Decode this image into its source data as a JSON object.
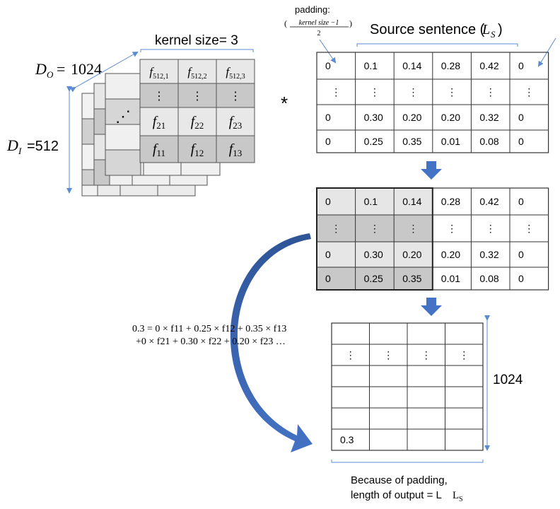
{
  "labels": {
    "kernel_size": "kernel size= 3",
    "d_o": "1024",
    "d_i": "=512",
    "convolution_operator": "*",
    "padding_title": "padding:",
    "padding_num": "kernel size −1",
    "padding_den": "2",
    "source_sentence": "Source sentence (",
    "output_height": "1024",
    "output_caption_line1": "Because of padding,",
    "output_caption_line2": "length of output = L"
  },
  "kernel": {
    "rows": [
      [
        "f512,1",
        "f512,2",
        "f512,3"
      ],
      [
        "⋮",
        "⋮",
        "⋮"
      ],
      [
        "f21",
        "f22",
        "f23"
      ],
      [
        "f11",
        "f12",
        "f13"
      ]
    ],
    "dots": "⋰"
  },
  "source_table": {
    "rows": [
      [
        "0",
        "0.1",
        "0.14",
        "0.28",
        "0.42",
        "0"
      ],
      [
        "⋮",
        "⋮",
        "⋮",
        "⋮",
        "⋮",
        "⋮"
      ],
      [
        "0",
        "0.30",
        "0.20",
        "0.20",
        "0.32",
        "0"
      ],
      [
        "0",
        "0.25",
        "0.35",
        "0.01",
        "0.08",
        "0"
      ]
    ]
  },
  "highlighted_table": {
    "rows": [
      [
        "0",
        "0.1",
        "0.14",
        "0.28",
        "0.42",
        "0"
      ],
      [
        "⋮",
        "⋮",
        "⋮",
        "⋮",
        "⋮",
        "⋮"
      ],
      [
        "0",
        "0.30",
        "0.20",
        "0.20",
        "0.32",
        "0"
      ],
      [
        "0",
        "0.25",
        "0.35",
        "0.01",
        "0.08",
        "0"
      ]
    ]
  },
  "output_table": {
    "rows": [
      [
        "",
        "",
        "",
        ""
      ],
      [
        "⋮",
        "⋮",
        "⋮",
        "⋮"
      ],
      [
        "",
        "",
        "",
        ""
      ],
      [
        "",
        "",
        "",
        ""
      ],
      [
        "",
        "",
        "",
        ""
      ],
      [
        "0.3",
        "",
        "",
        ""
      ]
    ]
  },
  "equation": {
    "line1": "0.3 = 0 × f11 + 0.25 × f12 + 0.35 × f13",
    "line2": "+0 × f21 + 0.30 × f22 + 0.20 × f23 …"
  },
  "colors": {
    "arrow_blue": "#4472C4",
    "layer_light": "#e6e6e6",
    "cell_dark": "#c8c8c8",
    "dimension_line": "#5b8bd0"
  }
}
